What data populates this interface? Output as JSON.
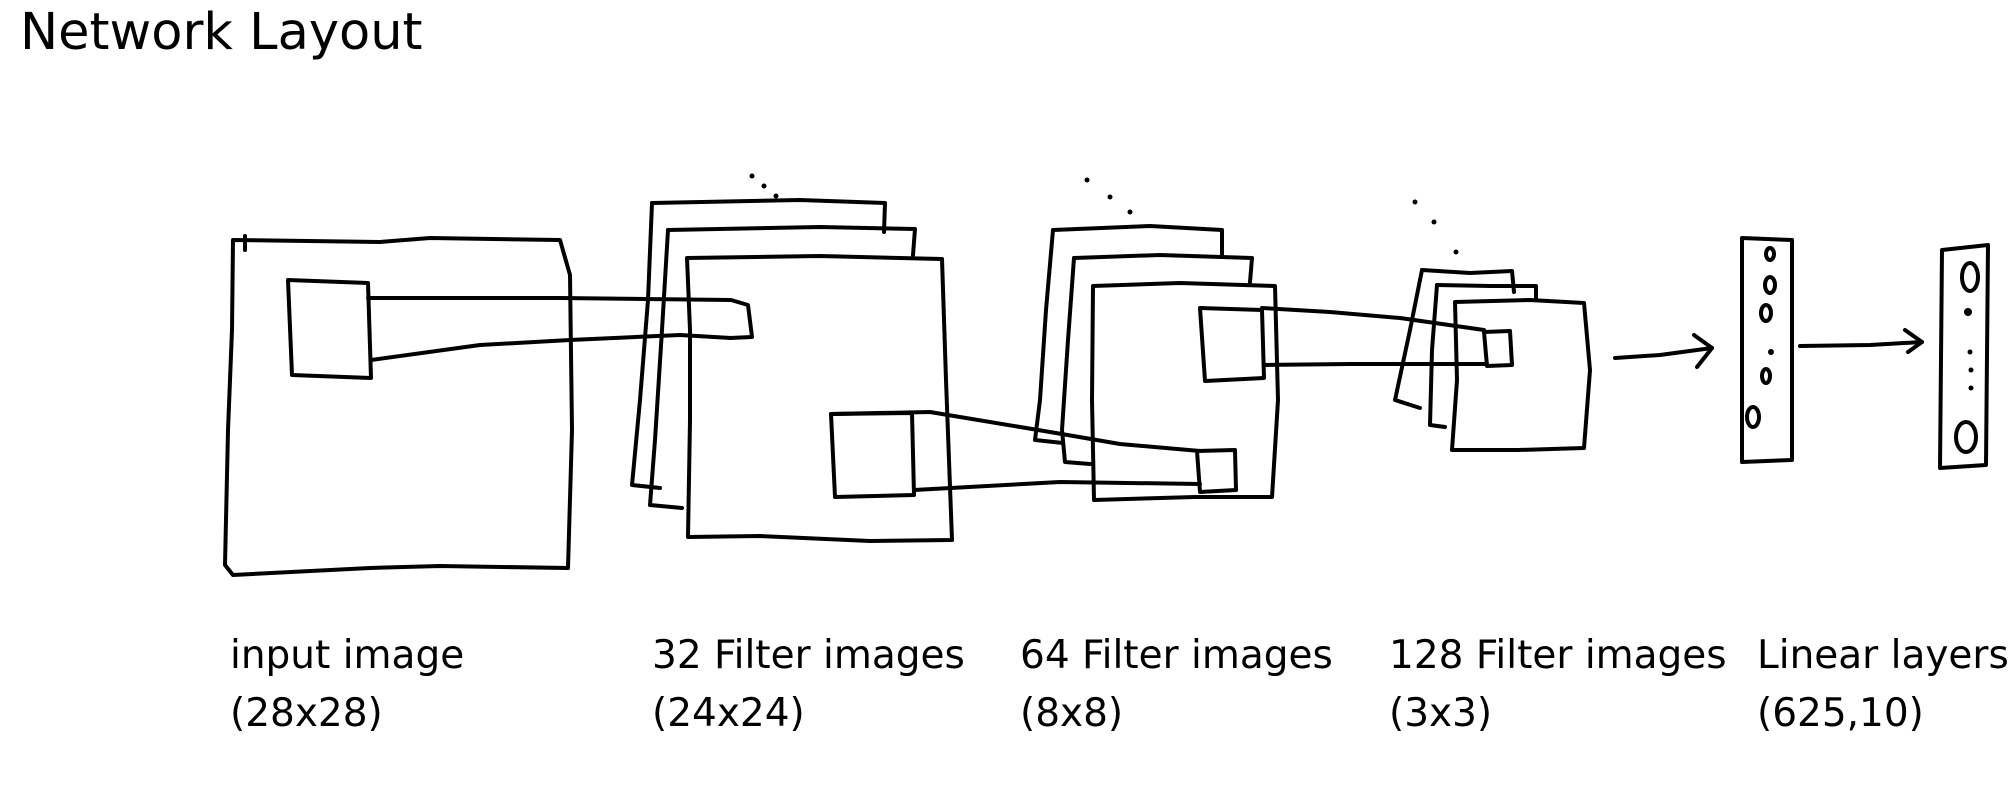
{
  "title": "Network Layout",
  "stages": [
    {
      "name": "input image",
      "size": "(28x28)"
    },
    {
      "name": "32 Filter images",
      "size": "(24x24)"
    },
    {
      "name": "64 Filter images",
      "size": "(8x8)"
    },
    {
      "name": "128 Filter images",
      "size": "(3x3)"
    },
    {
      "name": "Linear layers",
      "size": "(625,10)"
    }
  ]
}
